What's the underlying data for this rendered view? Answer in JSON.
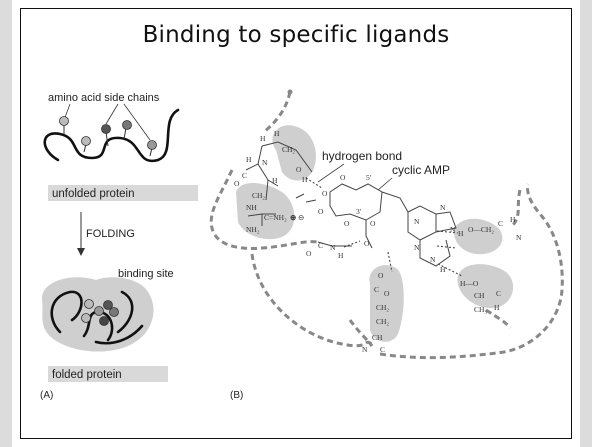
{
  "slide": {
    "title": "Binding to specific ligands"
  },
  "panel_a": {
    "label": "(A)",
    "side_chains_label": "amino acid side chains",
    "unfolded_label": "unfolded protein",
    "folding_label": "FOLDING",
    "binding_site_label": "binding site",
    "folded_label": "folded protein"
  },
  "panel_b": {
    "label": "(B)",
    "hydrogen_bond_label": "hydrogen bond",
    "cyclic_amp_label": "cyclic AMP"
  },
  "colors": {
    "shading": "#cfcfcf",
    "label_bg": "#d9d9d9",
    "ink": "#222222",
    "side_chain_dark": "#555555",
    "side_chain_light": "#bbbbbb"
  }
}
